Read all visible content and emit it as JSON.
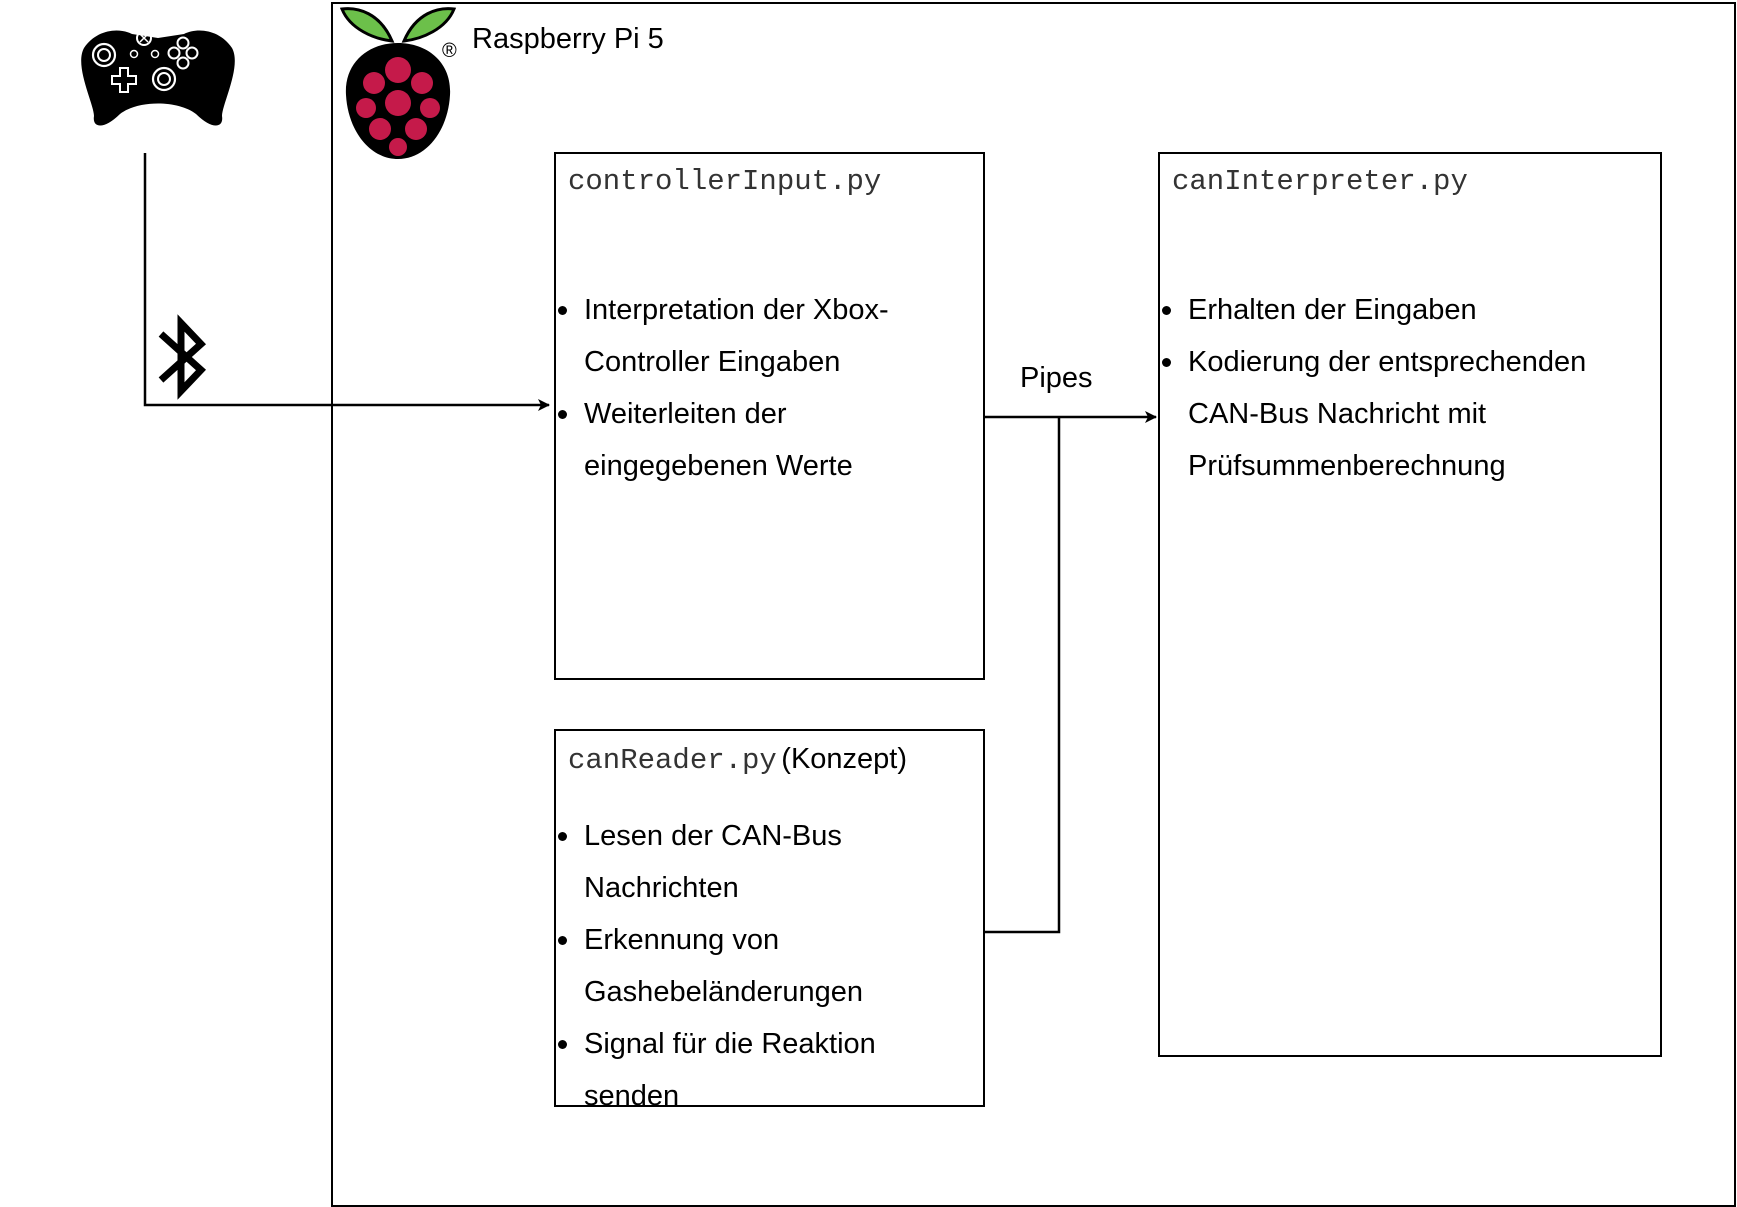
{
  "device": {
    "title": "Raspberry Pi 5",
    "logo_icon": "raspberry-pi-logo-icon",
    "logo_registered_mark": "®"
  },
  "controller": {
    "icon": "xbox-controller-icon",
    "link_icon": "bluetooth-icon"
  },
  "modules": {
    "controller_input": {
      "filename": "controllerInput.py",
      "bullets": [
        "Interpretation der Xbox-\nController Eingaben",
        "Weiterleiten der\neingegebenen Werte"
      ]
    },
    "can_reader": {
      "filename": "canReader.py",
      "note": "(Konzept)",
      "bullets": [
        "Lesen der CAN-Bus\nNachrichten",
        "Erkennung von\nGashebeländerungen",
        "Signal für die Reaktion\nsenden"
      ]
    },
    "can_interpreter": {
      "filename": "canInterpreter.py",
      "bullets": [
        "Erhalten der Eingaben",
        "Kodierung der entsprechenden\nCAN-Bus Nachricht mit\nPrüfsummenberechnung"
      ]
    }
  },
  "connections": {
    "pipes_label": "Pipes"
  },
  "colors": {
    "line": "#000000",
    "filename_text": "#333333",
    "logo_berry": "#c51a4a",
    "logo_leaf": "#6cc04a"
  }
}
